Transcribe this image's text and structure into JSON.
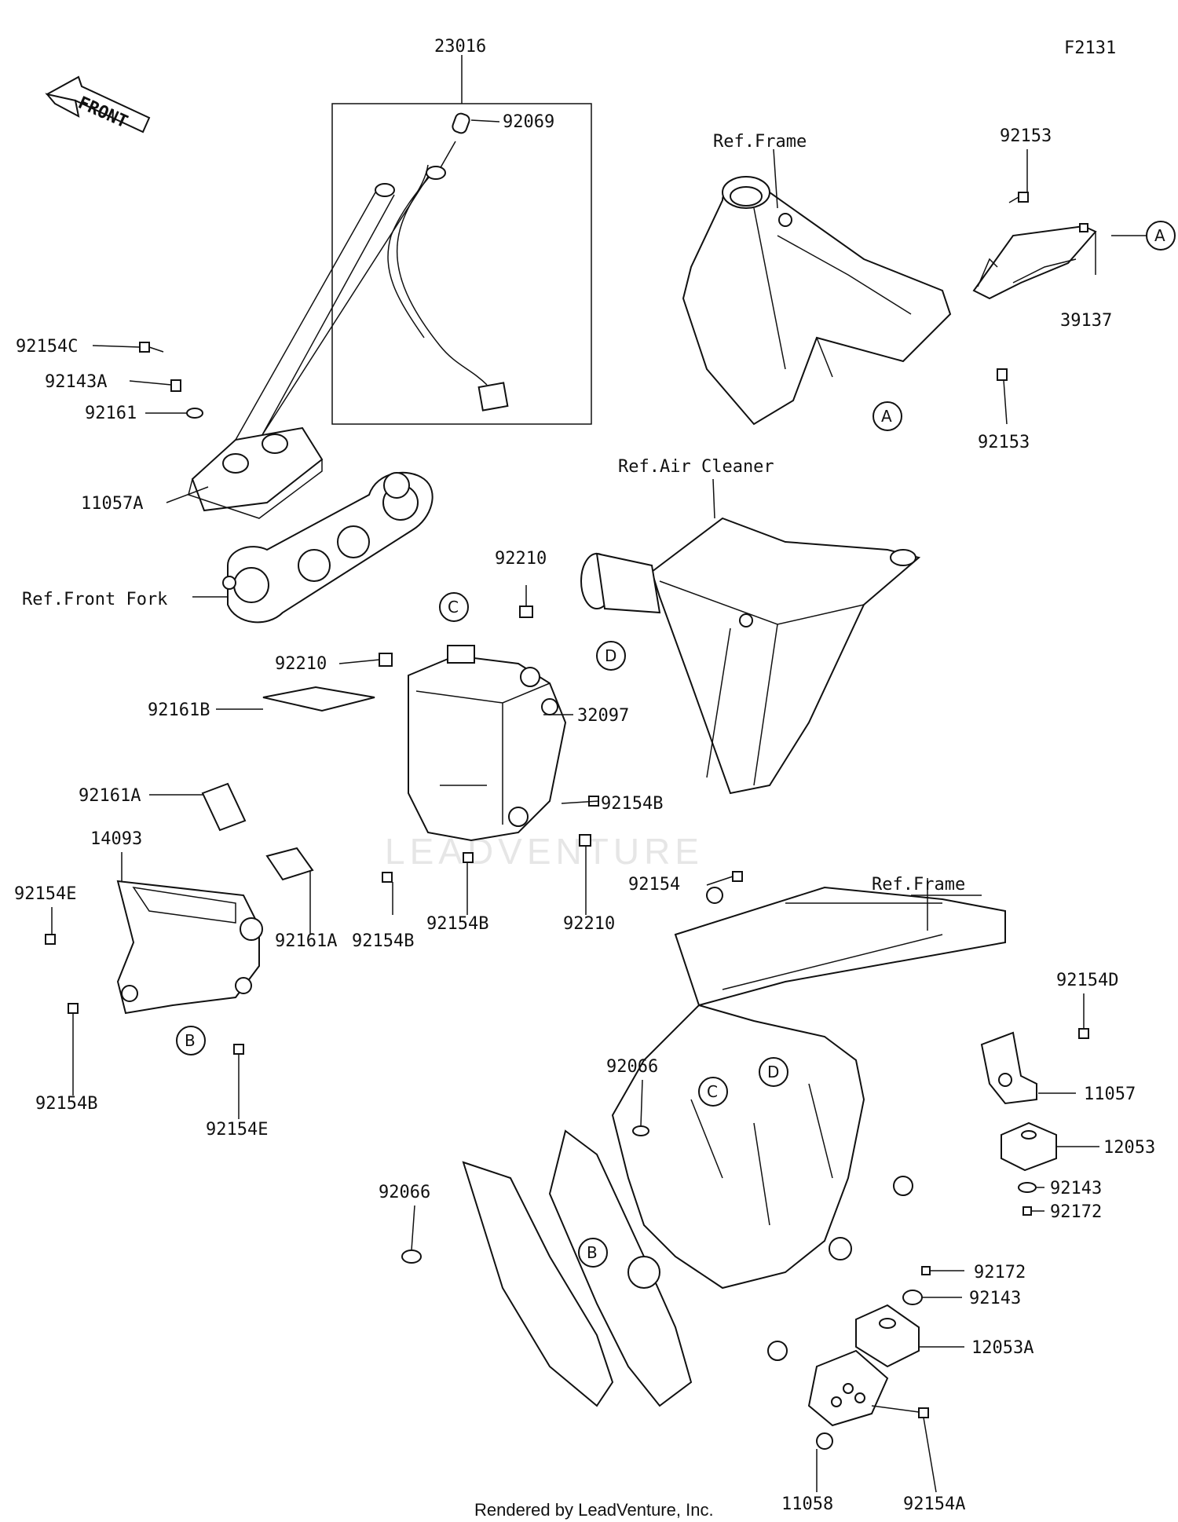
{
  "diagram_code": "F2131",
  "front_arrow": "FRONT",
  "watermark": "LEADVENTURE",
  "footer": "Rendered by LeadVenture, Inc.",
  "references": {
    "frame_top": "Ref.Frame",
    "air_cleaner": "Ref.Air Cleaner",
    "front_fork": "Ref.Front Fork",
    "frame_main": "Ref.Frame"
  },
  "part_labels": [
    "23016",
    "92069",
    "92154C",
    "92143A",
    "92161",
    "11057A",
    "92153",
    "39137",
    "92153",
    "92210",
    "92210",
    "32097",
    "92161B",
    "92161A",
    "14093",
    "92154E",
    "92161A",
    "92154B",
    "92154B",
    "92210",
    "92154B",
    "92154B",
    "92154E",
    "92154",
    "92154D",
    "11057",
    "12053",
    "92143",
    "92172",
    "92066",
    "92066",
    "92172",
    "92143",
    "12053A",
    "11058",
    "92154A"
  ],
  "markers": [
    "A",
    "A",
    "C",
    "D",
    "B",
    "C",
    "D",
    "B"
  ]
}
